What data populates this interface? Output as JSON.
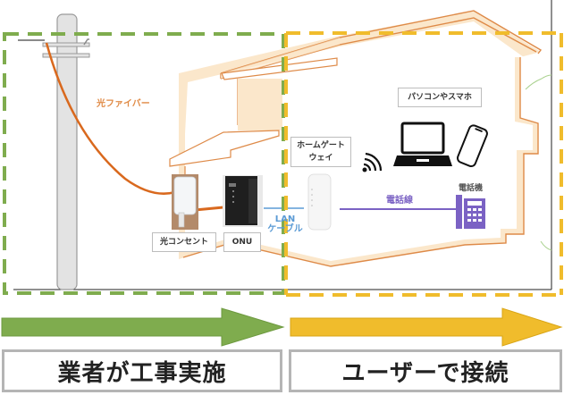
{
  "colors": {
    "contractor_green": "#7fac4e",
    "user_yellow": "#f0bc2c",
    "house_outline": "#de8a48",
    "house_fill": "#fbe7cb",
    "fiber_orange": "#d9691e",
    "lan_blue": "#5b9bd5",
    "phone_purple": "#7b62c4",
    "pole_gray": "#e3e3e3"
  },
  "labels": {
    "fiber": "光ファイバー",
    "optical_outlet": "光コンセント",
    "onu": "ONU",
    "lan_cable_line1": "LAN",
    "lan_cable_line2": "ケーブル",
    "home_gateway_line1": "ホームゲート",
    "home_gateway_line2": "ウェイ",
    "pc_smartphone": "パソコンやスマホ",
    "phone_line": "電話線",
    "telephone": "電話機"
  },
  "sections": [
    {
      "label": "業者が工事実施",
      "color": "#7fac4e"
    },
    {
      "label": "ユーザーで接続",
      "color": "#f0bc2c"
    }
  ],
  "icons": [
    "utility-pole",
    "optical-outlet-device",
    "onu-device",
    "home-gateway-device",
    "wifi-icon",
    "laptop-icon",
    "smartphone-icon",
    "telephone-icon"
  ]
}
